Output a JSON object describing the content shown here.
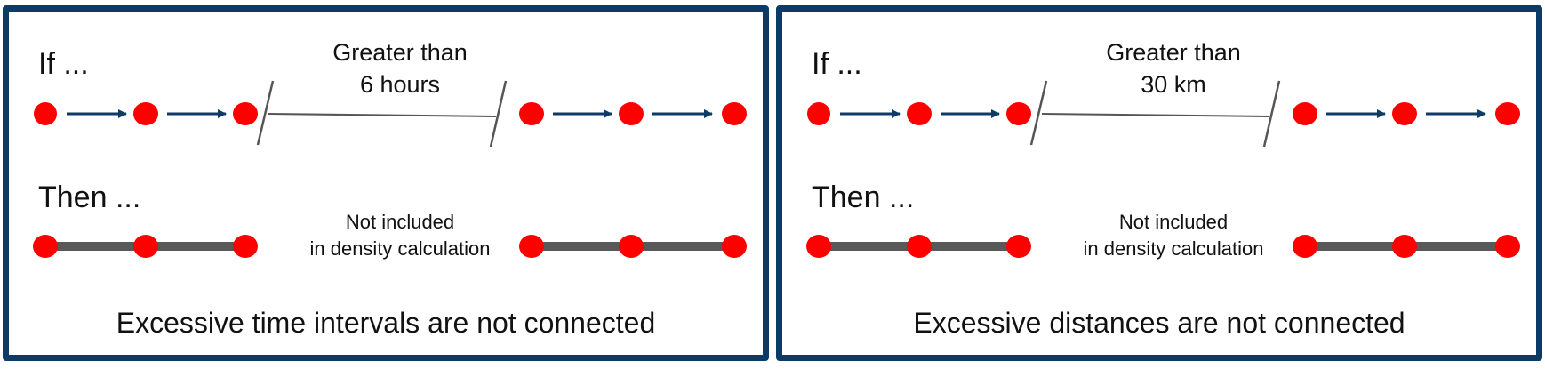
{
  "colors": {
    "border": "#0e3a66",
    "point": "#ff0000",
    "arrow": "#0e3a66",
    "track": "#595959",
    "gap_line": "#555555"
  },
  "panels": [
    {
      "if_label": "If ...",
      "then_label": "Then ...",
      "gap_label_line1": "Greater than",
      "gap_label_line2": "6 hours",
      "note_line1": "Not included",
      "note_line2": "in density calculation",
      "caption": "Excessive time intervals are not connected"
    },
    {
      "if_label": "If ...",
      "then_label": "Then ...",
      "gap_label_line1": "Greater than",
      "gap_label_line2": "30 km",
      "note_line1": "Not included",
      "note_line2": "in density calculation",
      "caption": "Excessive distances are not connected"
    }
  ]
}
